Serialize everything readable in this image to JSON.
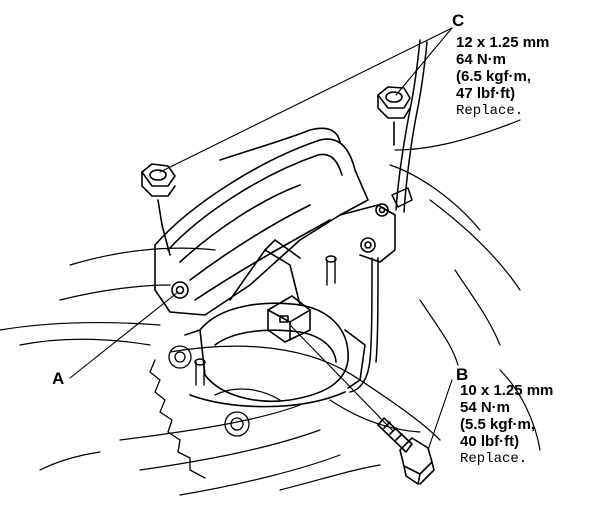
{
  "callouts": {
    "a": {
      "letter": "A"
    },
    "b": {
      "letter": "B",
      "size": "10 x 1.25 mm",
      "torque": "54 N·m",
      "kgf": "(5.5 kgf·m,",
      "lbf": "40 lbf·ft)",
      "note": "Replace."
    },
    "c": {
      "letter": "C",
      "size": "12 x 1.25 mm",
      "torque": "64 N·m",
      "kgf": "(6.5 kgf·m,",
      "lbf": "47 lbf·ft)",
      "note": "Replace."
    }
  },
  "colors": {
    "ink": "#000000",
    "paper": "#ffffff"
  }
}
